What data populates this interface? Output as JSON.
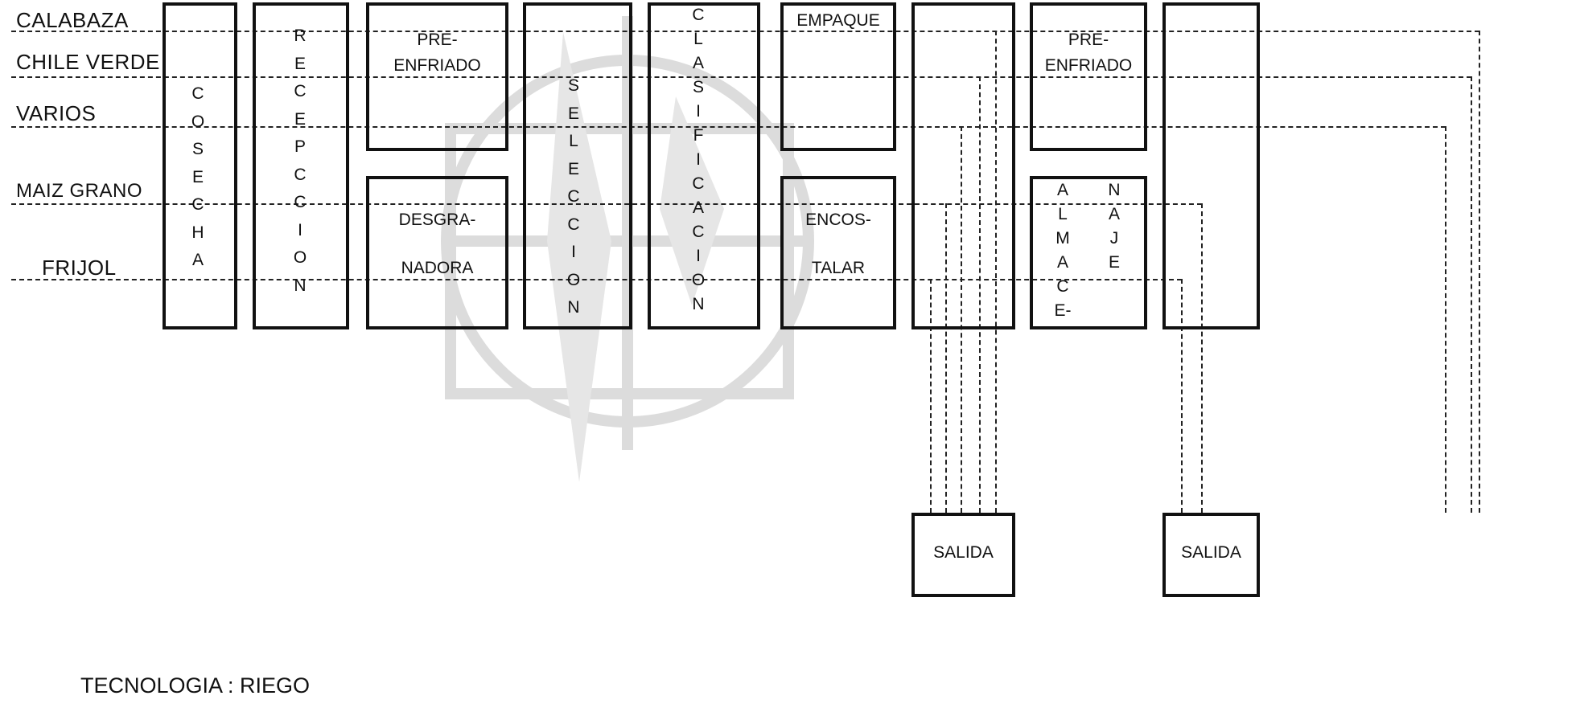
{
  "products": [
    "CALABAZA",
    "CHILE VERDE",
    "VARIOS",
    "MAIZ GRANO",
    "FRIJOL"
  ],
  "stages": {
    "cosecha": [
      "C",
      "O",
      "S",
      "E",
      "C",
      "H",
      "A"
    ],
    "recepcion": [
      "R",
      "E",
      "C",
      "E",
      "P",
      "C",
      "C",
      "I",
      "O",
      "N"
    ],
    "preenfriado_1": [
      "PRE-",
      "ENFRIADO"
    ],
    "desgranadora": [
      "DESGRA-",
      "NADORA"
    ],
    "seleccion": [
      "S",
      "E",
      "L",
      "E",
      "C",
      "C",
      "I",
      "O",
      "N"
    ],
    "clasificacion": [
      "C",
      "L",
      "A",
      "S",
      "I",
      "F",
      "I",
      "C",
      "A",
      "C",
      "I",
      "O",
      "N"
    ],
    "empaque": "EMPAQUE",
    "encostalar": [
      "ENCOS-",
      "TALAR"
    ],
    "preenfriado_2": [
      "PRE-",
      "ENFRIADO"
    ],
    "almacenaje_left": [
      "A",
      "L",
      "M",
      "A",
      "C",
      "E-"
    ],
    "almacenaje_right": [
      "N",
      "A",
      "J",
      "E"
    ]
  },
  "outputs": [
    "SALIDA",
    "SALIDA"
  ],
  "footer": {
    "tecnologia": "TECNOLOGIA : RIEGO"
  },
  "colors": {
    "line": "#111111",
    "watermark": "#d8d8d8"
  }
}
